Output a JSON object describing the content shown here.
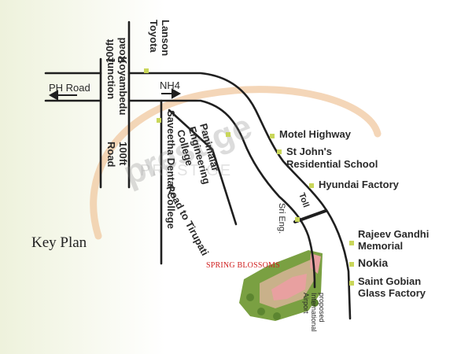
{
  "colors": {
    "road": "#1f1f1f",
    "marker": "#c9d65a",
    "accent_arc": "#f0c8a0",
    "site_label": "#d02020",
    "site_green": "#7aa042",
    "site_pink": "#e8a0a0"
  },
  "map": {
    "key_plan": "Key Plan",
    "site_label": "SPRING BLOSSOMS",
    "watermark_big": "prestige",
    "watermark_small": "PRESTIGE",
    "roads": {
      "ph_road": "PH Road",
      "nh4": "NH4",
      "road_100ft_top": "100ft Road",
      "koyambedu": "Koyambedu Junction",
      "road_100ft_bottom": "100ft Road",
      "road_to_tirupati": "Road to Tirupati",
      "toll": "Toll",
      "sri_eng": "Sri Eng."
    },
    "landmarks": {
      "lanson": "Lanson Toyota",
      "saveetha": "Saveetha Dental College",
      "panimalar": "Panimalar Engineering College",
      "motel": "Motel Highway",
      "st_johns_1": "St John's",
      "st_johns_2": "Residential School",
      "hyundai": "Hyundai Factory",
      "rajeev_1": "Rajeev Gandhi",
      "rajeev_2": "Memorial",
      "nokia": "Nokia",
      "saint_gobian_1": "Saint Gobian",
      "saint_gobian_2": "Glass Factory",
      "proposed": "proposed International Airport"
    }
  }
}
